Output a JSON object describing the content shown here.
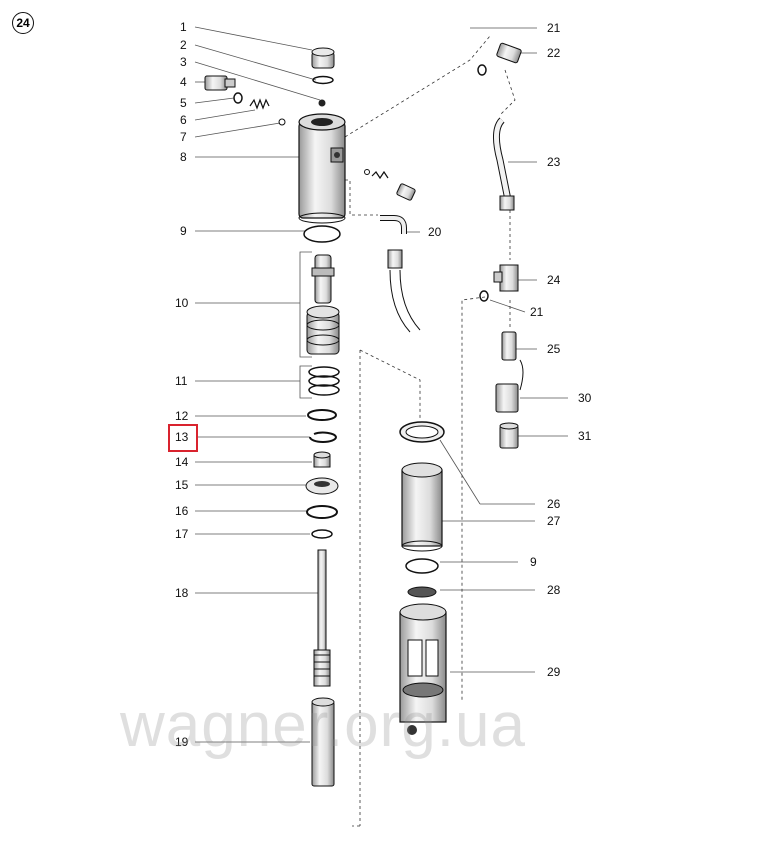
{
  "diagram": {
    "page_number": "24",
    "watermark": "wagner.org.ua",
    "highlighted_label": "13",
    "colors": {
      "line": "#111111",
      "highlight": "#d9232e",
      "part_fill": "#f2f2f2",
      "part_shade": "#bdbdbd"
    },
    "labels": [
      "1",
      "2",
      "3",
      "4",
      "5",
      "6",
      "7",
      "8",
      "9",
      "10",
      "11",
      "12",
      "13",
      "14",
      "15",
      "16",
      "17",
      "18",
      "19",
      "20",
      "21",
      "22",
      "23",
      "24",
      "21",
      "25",
      "30",
      "31",
      "26",
      "27",
      "9",
      "28",
      "29"
    ]
  }
}
